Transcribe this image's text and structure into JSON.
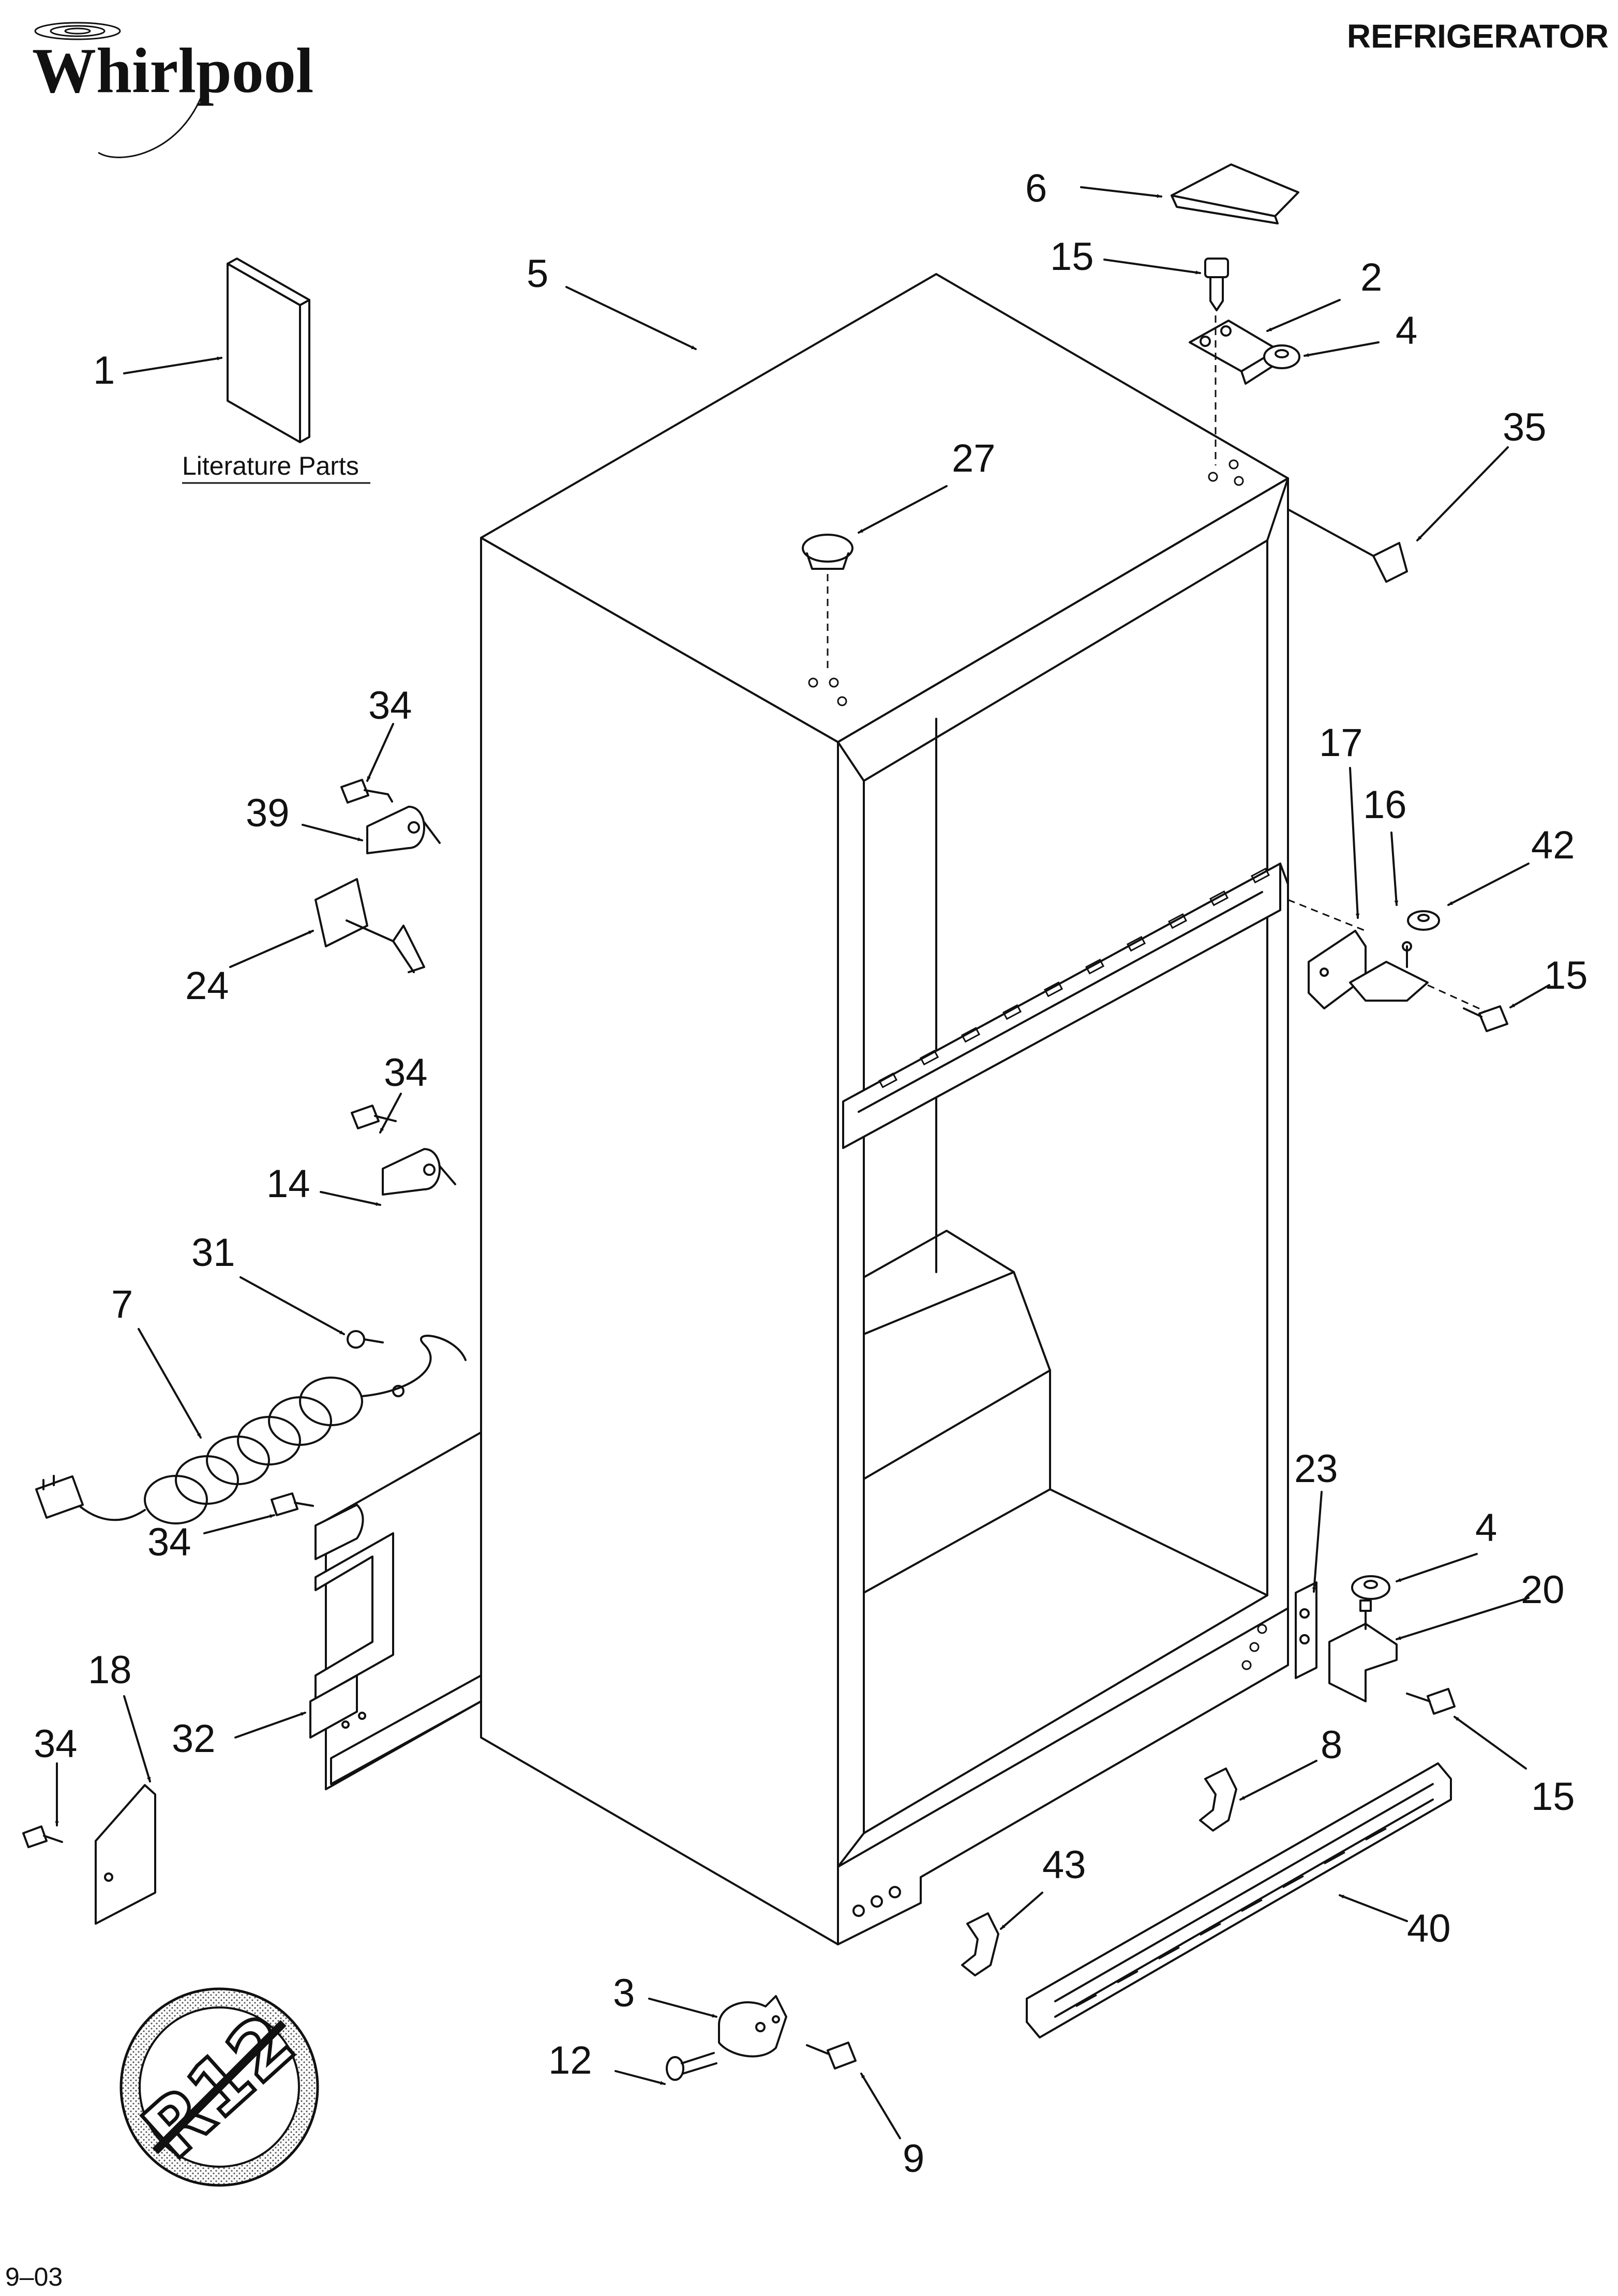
{
  "header": {
    "brand": "Whirlpool",
    "title": "REFRIGERATOR"
  },
  "literature": {
    "caption": "Literature Parts"
  },
  "seal": {
    "text": "R12",
    "icon": "no-r12-refrigerant-seal-icon"
  },
  "footer": {
    "date_code": "9–03"
  },
  "callouts": [
    {
      "id": "c-1",
      "label": "1"
    },
    {
      "id": "c-5",
      "label": "5"
    },
    {
      "id": "c-6",
      "label": "6"
    },
    {
      "id": "c-15a",
      "label": "15"
    },
    {
      "id": "c-2",
      "label": "2"
    },
    {
      "id": "c-4a",
      "label": "4"
    },
    {
      "id": "c-35",
      "label": "35"
    },
    {
      "id": "c-27",
      "label": "27"
    },
    {
      "id": "c-34a",
      "label": "34"
    },
    {
      "id": "c-39",
      "label": "39"
    },
    {
      "id": "c-24",
      "label": "24"
    },
    {
      "id": "c-17",
      "label": "17"
    },
    {
      "id": "c-16",
      "label": "16"
    },
    {
      "id": "c-42",
      "label": "42"
    },
    {
      "id": "c-15b",
      "label": "15"
    },
    {
      "id": "c-34b",
      "label": "34"
    },
    {
      "id": "c-14",
      "label": "14"
    },
    {
      "id": "c-31",
      "label": "31"
    },
    {
      "id": "c-7",
      "label": "7"
    },
    {
      "id": "c-34c",
      "label": "34"
    },
    {
      "id": "c-23",
      "label": "23"
    },
    {
      "id": "c-4b",
      "label": "4"
    },
    {
      "id": "c-20",
      "label": "20"
    },
    {
      "id": "c-18",
      "label": "18"
    },
    {
      "id": "c-34d",
      "label": "34"
    },
    {
      "id": "c-32",
      "label": "32"
    },
    {
      "id": "c-8",
      "label": "8"
    },
    {
      "id": "c-15c",
      "label": "15"
    },
    {
      "id": "c-43",
      "label": "43"
    },
    {
      "id": "c-40",
      "label": "40"
    },
    {
      "id": "c-3",
      "label": "3"
    },
    {
      "id": "c-12",
      "label": "12"
    },
    {
      "id": "c-9",
      "label": "9"
    }
  ]
}
